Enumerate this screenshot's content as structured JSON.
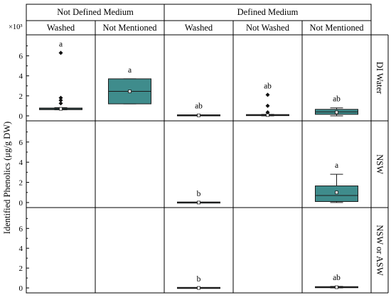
{
  "chart_data": {
    "type": "box",
    "scale_label": "×10³",
    "ylabel": "Identified Phenolics (μg/g DW)",
    "ylim": [
      -0.5,
      8.1
    ],
    "yticks": [
      0,
      2,
      4,
      6
    ],
    "grid": false,
    "colors": {
      "box_fill": "#3f8c8c",
      "box_stroke": "#1c1c1c",
      "frame": "#000000"
    },
    "groups": [
      {
        "label": "Not Defined Medium",
        "columns": [
          "Washed",
          "Not Mentioned"
        ]
      },
      {
        "label": "Defined Medium",
        "columns": [
          "Washed",
          "Not Washed",
          "Not Mentioned"
        ]
      }
    ],
    "rows": [
      "DI Water",
      "NSW",
      "NSW or ASW"
    ],
    "boxes": [
      {
        "row": 0,
        "col": 0,
        "min": 0.6,
        "q1": 0.62,
        "median": 0.7,
        "q3": 0.78,
        "max": 0.82,
        "mean": 0.7,
        "outliers": [
          1.25,
          1.55,
          1.8,
          6.3
        ],
        "letter": "a"
      },
      {
        "row": 0,
        "col": 1,
        "min": 1.2,
        "q1": 1.2,
        "median": 2.45,
        "q3": 3.7,
        "max": 3.7,
        "mean": 2.45,
        "outliers": [],
        "letter": "a"
      },
      {
        "row": 0,
        "col": 2,
        "min": 0.0,
        "q1": 0.02,
        "median": 0.05,
        "q3": 0.08,
        "max": 0.1,
        "mean": 0.05,
        "outliers": [],
        "letter": "ab"
      },
      {
        "row": 0,
        "col": 3,
        "min": 0.0,
        "q1": 0.03,
        "median": 0.07,
        "q3": 0.12,
        "max": 0.15,
        "mean": 0.08,
        "outliers": [
          0.35,
          1.0,
          2.1
        ],
        "letter": "ab"
      },
      {
        "row": 0,
        "col": 4,
        "min": 0.0,
        "q1": 0.15,
        "median": 0.4,
        "q3": 0.65,
        "max": 0.8,
        "mean": 0.35,
        "outliers": [],
        "letter": "ab"
      },
      {
        "row": 1,
        "col": 2,
        "min": 0.0,
        "q1": 0.0,
        "median": 0.0,
        "q3": 0.0,
        "max": 0.0,
        "mean": 0.0,
        "outliers": [],
        "letter": "b"
      },
      {
        "row": 1,
        "col": 4,
        "min": 0.0,
        "q1": 0.1,
        "median": 0.7,
        "q3": 1.65,
        "max": 2.8,
        "mean": 1.0,
        "outliers": [],
        "letter": "a"
      },
      {
        "row": 2,
        "col": 2,
        "min": 0.0,
        "q1": 0.0,
        "median": 0.0,
        "q3": 0.0,
        "max": 0.0,
        "mean": 0.0,
        "outliers": [],
        "letter": "b"
      },
      {
        "row": 2,
        "col": 4,
        "min": 0.0,
        "q1": 0.03,
        "median": 0.07,
        "q3": 0.12,
        "max": 0.15,
        "mean": 0.07,
        "outliers": [],
        "letter": "ab"
      }
    ]
  }
}
